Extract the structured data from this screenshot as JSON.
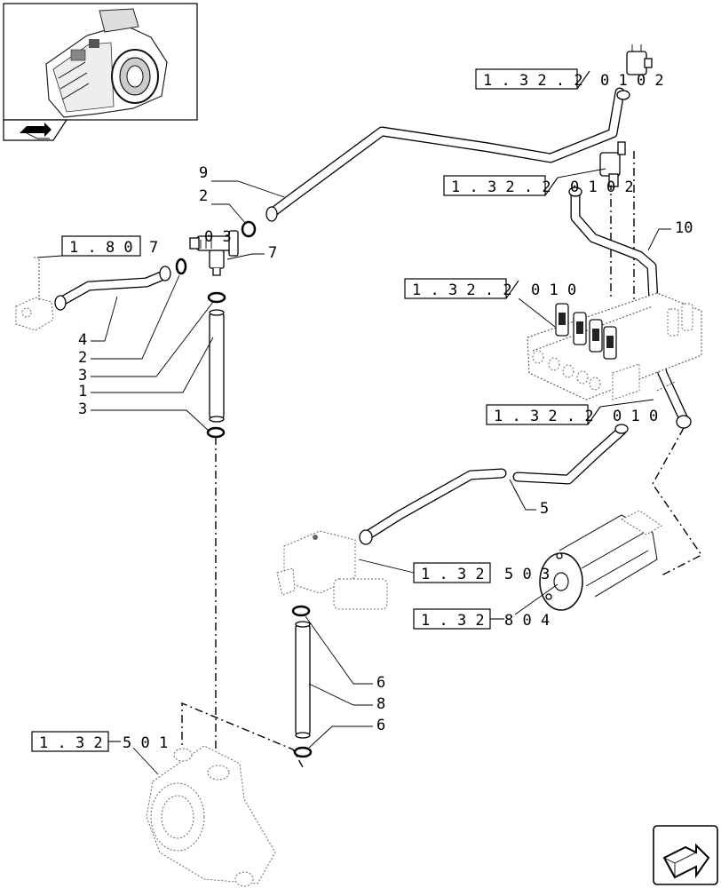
{
  "references": [
    {
      "id": "ref-1-32-2-01-02-top",
      "text": "1.32.2",
      "suffix": "01 02"
    },
    {
      "id": "ref-1-32-2-01-02-mid",
      "text": "1.32.2",
      "suffix": "01 02"
    },
    {
      "id": "ref-1-80-7",
      "text": "1.80",
      "suffix": "7"
    },
    {
      "id": "ref-03",
      "text": "",
      "suffix": "03"
    },
    {
      "id": "ref-1-32-2-01-0-valve",
      "text": "1.32.2",
      "suffix": "01 0"
    },
    {
      "id": "ref-1-32-2-01-0-lower",
      "text": "1.32.2",
      "suffix": "01 0"
    },
    {
      "id": "ref-1-32-5-03",
      "text": "1.32",
      "suffix": "5 03"
    },
    {
      "id": "ref-1-32-8-04",
      "text": "1.32",
      "suffix": "8 04"
    },
    {
      "id": "ref-1-32-5-01",
      "text": "1.32",
      "suffix": "5 01"
    }
  ],
  "callouts": {
    "c9": "9",
    "c2a": "2",
    "c7": "7",
    "c4": "4",
    "c2b": "2",
    "c3a": "3",
    "c1": "1",
    "c3b": "3",
    "c10": "10",
    "c5": "5",
    "c6a": "6",
    "c8": "8",
    "c6b": "6"
  },
  "icons": {
    "thumbnail": "assembly-thumbnail-icon",
    "prev": "previous-page-arrow-icon",
    "next": "next-page-arrow-icon"
  }
}
